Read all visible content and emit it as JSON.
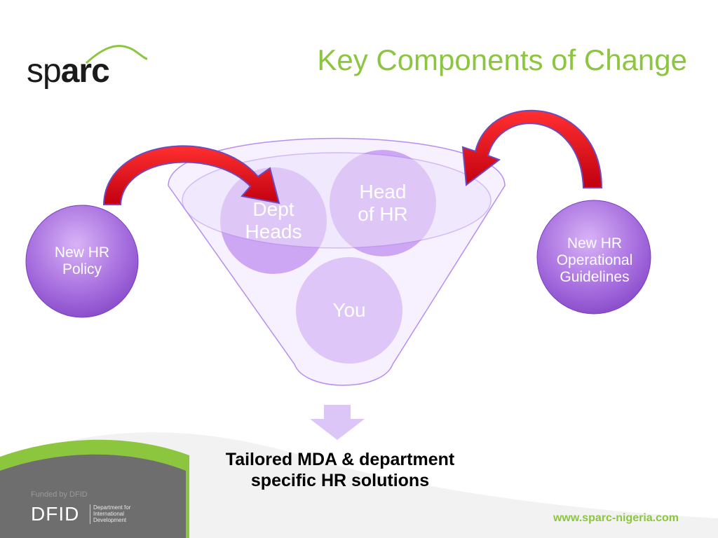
{
  "slide": {
    "title": "Key Components of Change",
    "logo": {
      "light": "sp",
      "bold": "arc"
    },
    "nodes": {
      "dept_heads": "Dept\nHeads",
      "head_of_hr": "Head\nof HR",
      "you": "You",
      "new_hr_policy": "New HR\nPolicy",
      "new_hr_guidelines": "New HR\nOperational\nGuidelines"
    },
    "outcome": "Tailored MDA & department\nspecific HR solutions",
    "footer": {
      "url": "www.sparc-nigeria.com",
      "funded_by": "Funded by DFID",
      "dfid": "DFID",
      "dfid_sub": "Department for\nInternational\nDevelopment"
    }
  },
  "colors": {
    "title": "#8cc63f",
    "funnel_fill": "#ece1fb",
    "funnel_stroke": "#b68ef0",
    "bubble": "#c9a1f3",
    "outer_circle": "#9b5fd6",
    "arrow": "#e10010",
    "footer_grey": "#6e6e6e"
  }
}
